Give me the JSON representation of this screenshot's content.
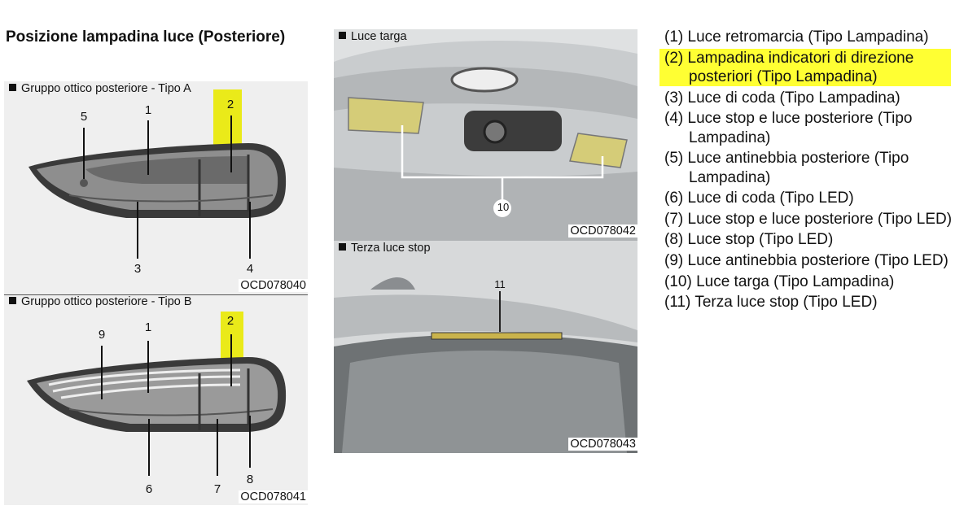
{
  "title": "Posizione lampadina luce (Posteriore)",
  "figures": {
    "tipo_a": {
      "caption": "Gruppo ottico posteriore - Tipo A",
      "code": "OCD078040",
      "callouts": [
        "5",
        "1",
        "2",
        "3",
        "4"
      ]
    },
    "tipo_b": {
      "caption": "Gruppo ottico posteriore - Tipo B",
      "code": "OCD078041",
      "callouts": [
        "9",
        "1",
        "2",
        "6",
        "7",
        "8"
      ]
    },
    "targa": {
      "caption": "Luce targa",
      "code": "OCD078042",
      "callout": "10"
    },
    "terza": {
      "caption": "Terza luce stop",
      "code": "OCD078043",
      "callout": "11"
    }
  },
  "legend": [
    "(1) Luce retromarcia (Tipo Lampadina)",
    "(2) Lampadina indicatori di direzione posteriori (Tipo Lampadina)",
    "(3) Luce di coda (Tipo Lampadina)",
    "(4) Luce stop e luce posteriore (Tipo Lampadina)",
    "(5) Luce antinebbia posteriore (Tipo Lampadina)",
    "(6) Luce di coda (Tipo LED)",
    "(7) Luce stop e luce posteriore (Tipo LED)",
    "(8) Luce stop (Tipo LED)",
    "(9) Luce antinebbia posteriore (Tipo LED)",
    "(10) Luce targa (Tipo Lampadina)",
    "(11) Terza luce stop (Tipo LED)"
  ],
  "highlight_color": "#ffff33",
  "highlighted_item": 2
}
